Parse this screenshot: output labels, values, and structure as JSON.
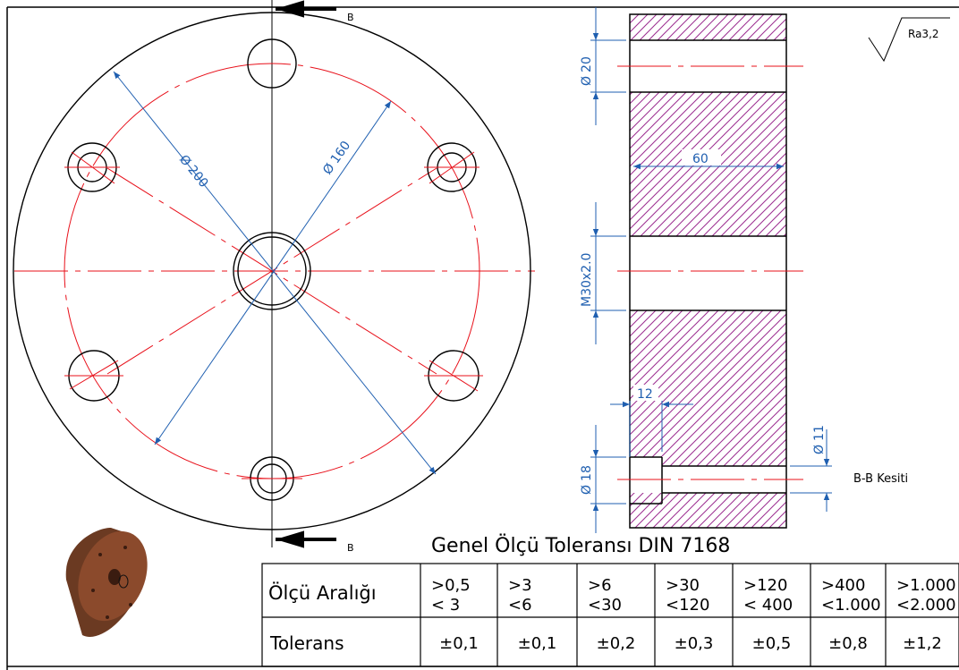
{
  "section": {
    "label_top": "B",
    "label_bottom": "B",
    "caption": "B-B Kesiti"
  },
  "surface_finish": "Ra3,2",
  "dimensions": {
    "outer_diameter": "200",
    "pitch_circle": "160",
    "hole_diameter": "20",
    "thread": "M30x2.0",
    "thickness": "60",
    "counterbore_depth": "12",
    "small_hole": "11",
    "counterbore_diameter": "18",
    "diameter_symbol": "Ø"
  },
  "tolerance_table": {
    "title": "Genel Ölçü Toleransı DIN 7168",
    "row1_label": "Ölçü Aralığı",
    "row2_label": "Tolerans",
    "ranges": [
      [
        ">0,5",
        "< 3"
      ],
      [
        ">3",
        "<6"
      ],
      [
        ">6",
        "<30"
      ],
      [
        ">30",
        "<120"
      ],
      [
        ">120",
        "< 400"
      ],
      [
        ">400",
        "<1.000"
      ],
      [
        ">1.000",
        "<2.000"
      ]
    ],
    "tolerances": [
      "±0,1",
      "±0,1",
      "±0,2",
      "±0,3",
      "±0,5",
      "±0,8",
      "±1,2"
    ]
  }
}
